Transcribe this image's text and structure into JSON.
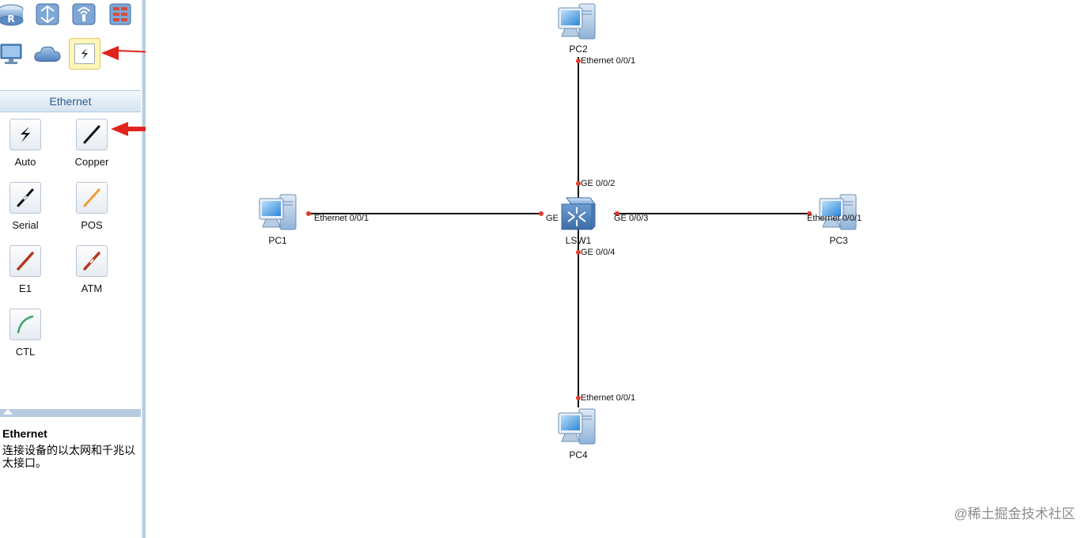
{
  "palette": {
    "device_row1": [
      "router-icon",
      "switch-icon",
      "wireless-icon",
      "firewall-icon"
    ],
    "device_row2": [
      "pc-monitor-icon",
      "cloud-icon",
      "link-icon"
    ]
  },
  "section": {
    "title": "Ethernet"
  },
  "cables": [
    {
      "label": "Auto",
      "icon": "auto-cable-icon"
    },
    {
      "label": "Copper",
      "icon": "copper-cable-icon"
    },
    {
      "label": "Serial",
      "icon": "serial-cable-icon"
    },
    {
      "label": "POS",
      "icon": "pos-cable-icon"
    },
    {
      "label": "E1",
      "icon": "e1-cable-icon"
    },
    {
      "label": "ATM",
      "icon": "atm-cable-icon"
    },
    {
      "label": "CTL",
      "icon": "ctl-cable-icon"
    }
  ],
  "info": {
    "title": "Ethernet",
    "description": "连接设备的以太网和千兆以太接口。"
  },
  "topology": {
    "switch": {
      "name": "LSW1"
    },
    "pcs": [
      {
        "name": "PC1",
        "port": "Ethernet 0/0/1",
        "switch_port": "GE 0/0/1"
      },
      {
        "name": "PC2",
        "port": "Ethernet 0/0/1",
        "switch_port": "GE 0/0/2"
      },
      {
        "name": "PC3",
        "port": "Ethernet 0/0/1",
        "switch_port": "GE 0/0/3"
      },
      {
        "name": "PC4",
        "port": "Ethernet 0/0/1",
        "switch_port": "GE 0/0/4"
      }
    ]
  },
  "colors": {
    "link": "#111111",
    "port_dot": "#e33a2c",
    "arrow": "#e0241b",
    "panel_border": "#b9cde1",
    "header_text": "#2d5a8b"
  },
  "watermark": "@稀土掘金技术社区"
}
